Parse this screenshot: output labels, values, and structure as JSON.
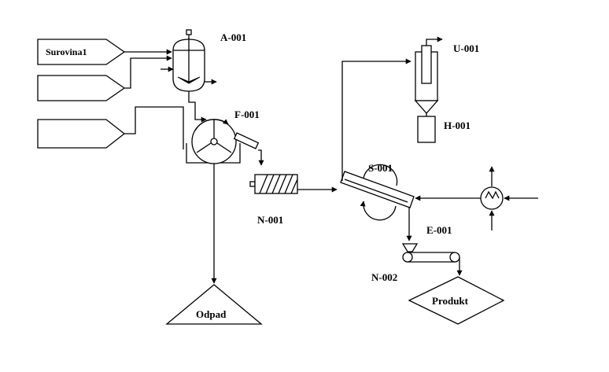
{
  "diagram": {
    "labels": {
      "agitator": "A-001",
      "filter": "F-001",
      "cyclone": "U-001",
      "hopper": "H-001",
      "dryer": "S-001",
      "screw_conveyor": "N-001",
      "heater": "E-001",
      "belt_conveyor": "N-002"
    },
    "inputs": {
      "raw_material": "Surovina1",
      "input_2": "",
      "input_3": ""
    },
    "outputs": {
      "waste": "Odpad",
      "product": "Produkt"
    }
  }
}
